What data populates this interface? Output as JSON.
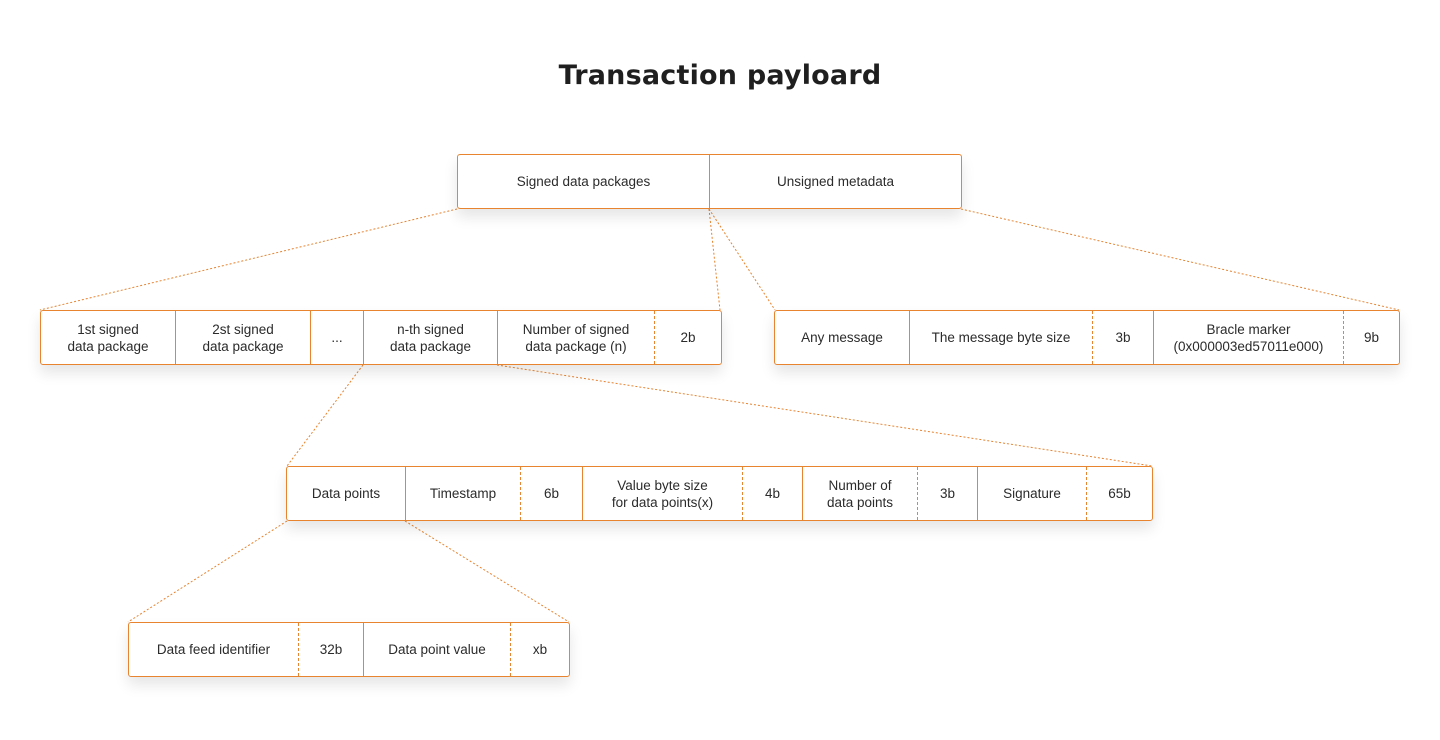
{
  "title": "Transaction payloard",
  "accent_color": "#e8832f",
  "payload": {
    "signed_packages": "Signed data packages",
    "unsigned_metadata": "Unsigned metadata"
  },
  "packages": {
    "first": "1st signed\ndata package",
    "second": "2st signed\ndata package",
    "ellipsis": "...",
    "nth": "n-th signed\ndata package",
    "count_label": "Number of signed\ndata package (n)",
    "count_size": "2b"
  },
  "metadata": {
    "message": "Any message",
    "message_size_label": "The message byte size",
    "message_size": "3b",
    "marker_label": "Bracle marker\n(0x000003ed57011e000)",
    "marker_size": "9b"
  },
  "package_detail": {
    "data_points": "Data points",
    "timestamp": "Timestamp",
    "timestamp_size": "6b",
    "value_size_label": "Value byte size\nfor data points(x)",
    "value_size": "4b",
    "count_label": "Number of\ndata points",
    "count_size": "3b",
    "signature": "Signature",
    "signature_size": "65b"
  },
  "data_point_detail": {
    "feed_id": "Data feed identifier",
    "feed_id_size": "32b",
    "value": "Data point value",
    "value_size": "xb"
  }
}
